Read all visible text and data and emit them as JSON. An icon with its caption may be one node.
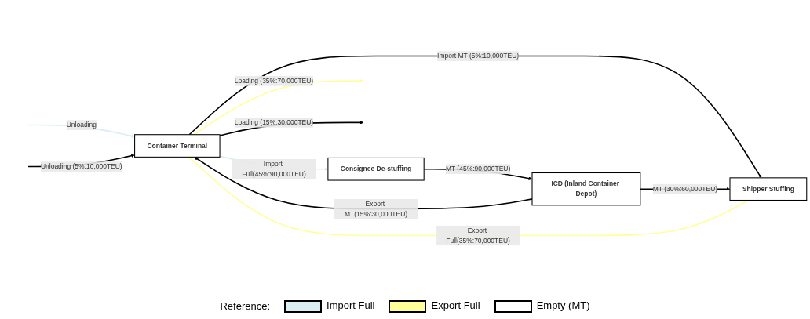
{
  "diagram": {
    "nodes": [
      {
        "text": [
          "Container Terminal"
        ]
      },
      {
        "text": [
          "Consignee De-stuffing"
        ]
      },
      {
        "text": [
          "Shipper Stuffing"
        ]
      },
      {
        "text": [
          "ICD (Inland Container Depot)"
        ]
      }
    ],
    "edges": [
      {
        "from": null,
        "to": 0,
        "arrow": "to",
        "label": "Unloading",
        "color": "#daeef3"
      },
      {
        "from": null,
        "to": 0,
        "arrow": "to",
        "label": "Unloading (5%:10,000TEU)"
      },
      {
        "from": 0,
        "to": 1,
        "arrow": "to",
        "label": "Import Full(45%:90,000TEU)",
        "color": "#daeef3"
      },
      {
        "from": 0,
        "to": 2,
        "arrow": "to",
        "label": "Import MT (5%:10,000TEU)"
      },
      {
        "from": 1,
        "to": 3,
        "arrow": "to",
        "label": "MT (45%:90,000TEU)"
      },
      {
        "from": 3,
        "to": 2,
        "arrow": "to",
        "label": "MT (30%:60,000TEU)"
      },
      {
        "from": 2,
        "to": 0,
        "arrow": "to",
        "label": "Export Full(35%:70,000TEU)",
        "color": "#ffff99"
      },
      {
        "from": 0,
        "to": null,
        "arrow": "to",
        "label": "Loading (35%:70,000TEU)",
        "color": "#ffff99"
      },
      {
        "from": 0,
        "to": null,
        "arrow": "to",
        "label": "Loading (15%:30,000TEU)"
      },
      {
        "from": 3,
        "to": 0,
        "arrow": "to",
        "label": "Export MT(15%:30,000TEU)"
      }
    ],
    "labels": [
      "Reference:"
    ],
    "legend": [
      {
        "text": "Import Full",
        "color": "#daeef3"
      },
      {
        "text": "Export Full",
        "color": "#ffff99"
      },
      {
        "text": "Empty (MT)",
        "color": "#ffffff"
      }
    ]
  }
}
